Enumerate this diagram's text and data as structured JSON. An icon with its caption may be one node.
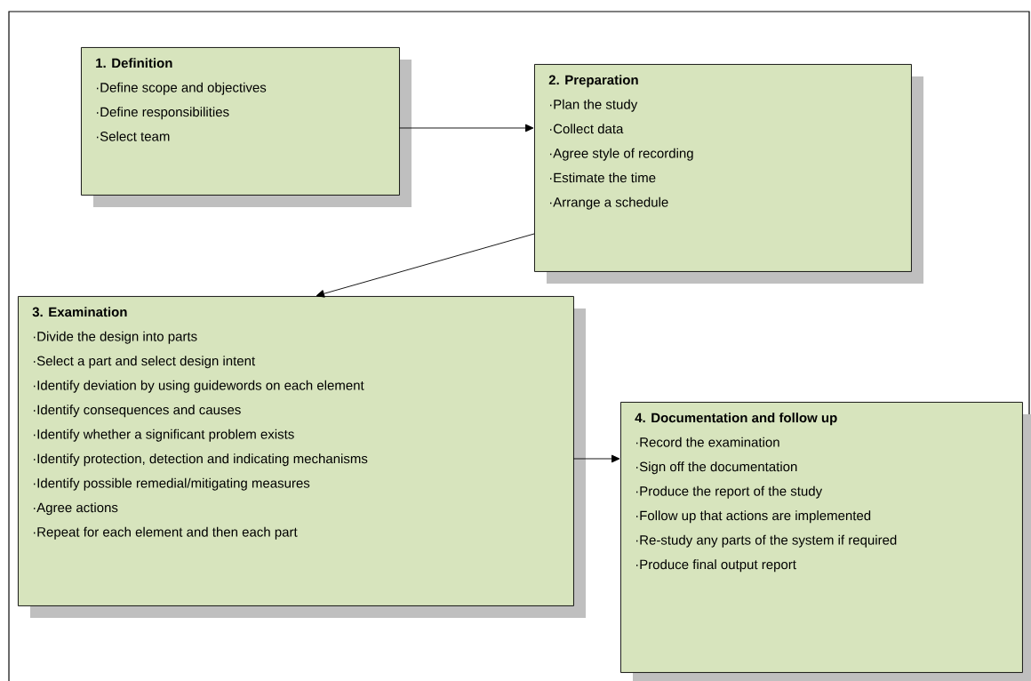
{
  "diagram": {
    "nodes": [
      {
        "text": [
          "1. Definition",
          "·Define scope and objectives",
          "·Define responsibilities",
          "·Select team"
        ]
      },
      {
        "text": [
          "2. Preparation",
          "·Plan the study",
          "·Collect data",
          "·Agree style of recording",
          "·Estimate the time",
          "·Arrange a schedule"
        ]
      },
      {
        "text": [
          "3. Examination",
          "·Divide the design into parts",
          "·Select a part and select design intent",
          "·Identify deviation by using guidewords on each element",
          "·Identify consequences and causes",
          "·Identify whether a significant problem exists",
          "·Identify protection, detection and indicating mechanisms",
          "·Identify possible remedial/mitigating measures",
          "·Agree actions",
          "·Repeat for each element and then each part"
        ]
      },
      {
        "text": [
          "4. Documentation  and follow up",
          "·Record the examination",
          "·Sign off the documentation",
          "·Produce the report of the study",
          "·Follow up that actions are implemented",
          "·Re-study any parts of the system if required",
          "·Produce final output report"
        ]
      }
    ],
    "edges": [
      {
        "from": 0,
        "to": 1,
        "arrow": "to"
      },
      {
        "from": 1,
        "to": 2,
        "arrow": "to"
      },
      {
        "from": 2,
        "to": 3,
        "arrow": "to"
      }
    ]
  }
}
